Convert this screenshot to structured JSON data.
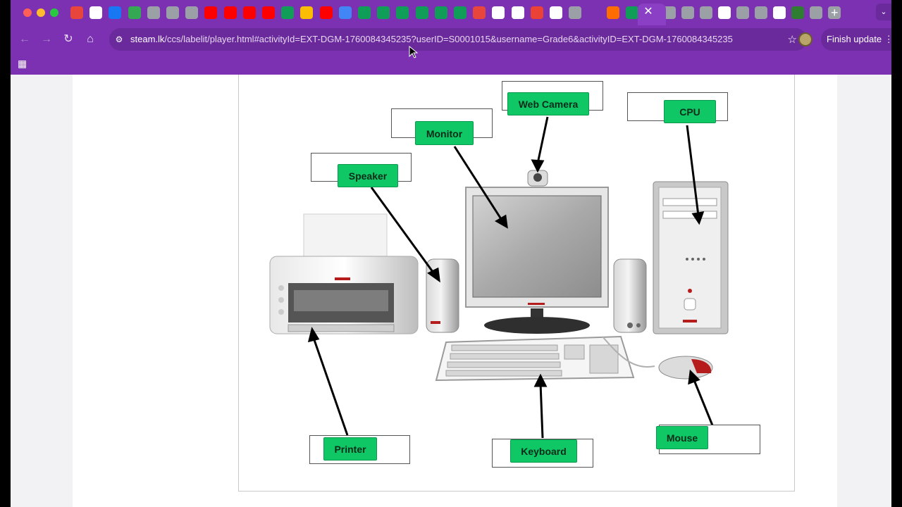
{
  "browser": {
    "url_host": "steam.lk",
    "url_rest": "/ccs/labelit/player.html#activityId=EXT-DGM-1760084345235?userID=S0001015&username=Grade6&activityID=EXT-DGM-1760084345235",
    "finish_update": "Finish update",
    "icons": {
      "back": "back-arrow-icon",
      "forward": "forward-arrow-icon",
      "reload": "reload-icon",
      "home": "home-icon",
      "star": "star-icon",
      "new_tab": "plus-icon",
      "apps": "apps-grid-icon"
    },
    "accent": "#7b31b2"
  },
  "activity": {
    "labels": {
      "web_camera": "Web Camera",
      "cpu": "CPU",
      "monitor": "Monitor",
      "speaker": "Speaker",
      "printer": "Printer",
      "keyboard": "Keyboard",
      "mouse": "Mouse"
    },
    "label_color": "#0fc765"
  }
}
